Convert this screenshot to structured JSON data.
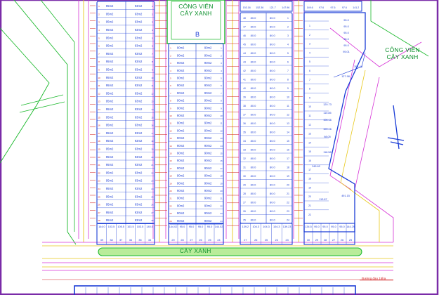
{
  "labels": {
    "park_top_line1": "CÔNG VIÊN",
    "park_top_line2": "CÂY XANH",
    "park_right_line1": "CÔNG VIÊN",
    "park_right_line2": "CÂY XANH",
    "green_strip": "CÂY XANH",
    "block_b": "B",
    "road_note": "Đường đạo 15ha"
  },
  "colors": {
    "lot_outline": "#1a3cd6",
    "road_edge": "#d633d6",
    "road_center": "#e8c81a",
    "green": "#19b82a",
    "dimension": "#d01a1a",
    "frame": "#7a2ca8",
    "lot_text": "#1a3cd6",
    "green_fill": "#b9ec9a"
  },
  "block_left": {
    "lot_size_left": "95m2",
    "lot_size_right": "93m2",
    "rows": 28,
    "bottom_widths": [
      "144.0",
      "103.5",
      "105.5",
      "103.5",
      "103.5",
      "140.0"
    ],
    "bottom_numbers": [
      "39",
      "38",
      "37",
      "36",
      "35",
      "34"
    ]
  },
  "block_b": {
    "lot_size_left": "90m2",
    "lot_size_right": "90m2",
    "rows": 24,
    "bottom_widths": [
      "144.02",
      "95.0",
      "95.0",
      "95.0",
      "95.0",
      "144.02"
    ],
    "bottom_numbers": [
      "29",
      "28",
      "27",
      "26",
      "25",
      "24"
    ]
  },
  "block_c": {
    "lot_size": "80.0",
    "rows": 24,
    "top_widths": [
      "153.16",
      "152.36",
      "121.7",
      "147.96"
    ],
    "bottom_widths": [
      "139.2",
      "104.3",
      "104.3",
      "104.3",
      "139.23"
    ],
    "bottom_numbers": [
      "27",
      "26",
      "25",
      "24",
      "23"
    ]
  },
  "block_d": {
    "top_widths": [
      "149.6",
      "97.6",
      "97.6",
      "97.6",
      "141.2"
    ],
    "right_values": [
      "95.0",
      "95.0",
      "95.0",
      "95.0",
      "95.0",
      "95.01"
    ],
    "mid_values": [
      "391.46",
      "127.98",
      "120.73",
      "110.85",
      "106.66",
      "100.26",
      "98.05",
      "118.58",
      "245.62",
      "491.15",
      "113.87"
    ],
    "bottom_widths": [
      "134.5",
      "95.0",
      "95.0",
      "95.0",
      "95.0",
      "144.29"
    ],
    "bottom_numbers": [
      "30",
      "29",
      "28",
      "27",
      "26",
      "25"
    ]
  }
}
